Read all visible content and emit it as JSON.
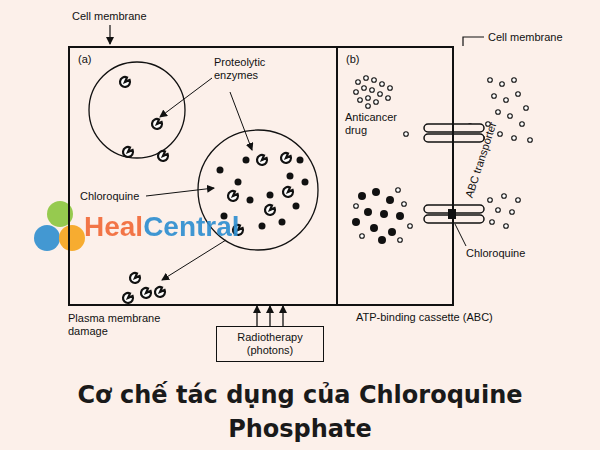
{
  "diagram": {
    "title": "Cơ chế tác dụng của Chloroquine Phosphate",
    "nodes": [
      {
        "text": [
          "(a)"
        ]
      },
      {
        "text": [
          "(b)"
        ]
      },
      {
        "text": [
          "Radiotherapy (photons)"
        ]
      }
    ],
    "edges": [
      {
        "from": 2,
        "to": 0,
        "arrow": "to"
      }
    ],
    "labels": [
      "Cell membrane",
      "Proteolytic enzymes",
      "Chloroquine",
      "Plasma membrane damage",
      "Anticancer drug",
      "ABC transporter",
      "Chloroquine",
      "Cell membrane",
      "ATP-binding cassette (ABC)",
      "HealCentral"
    ]
  }
}
